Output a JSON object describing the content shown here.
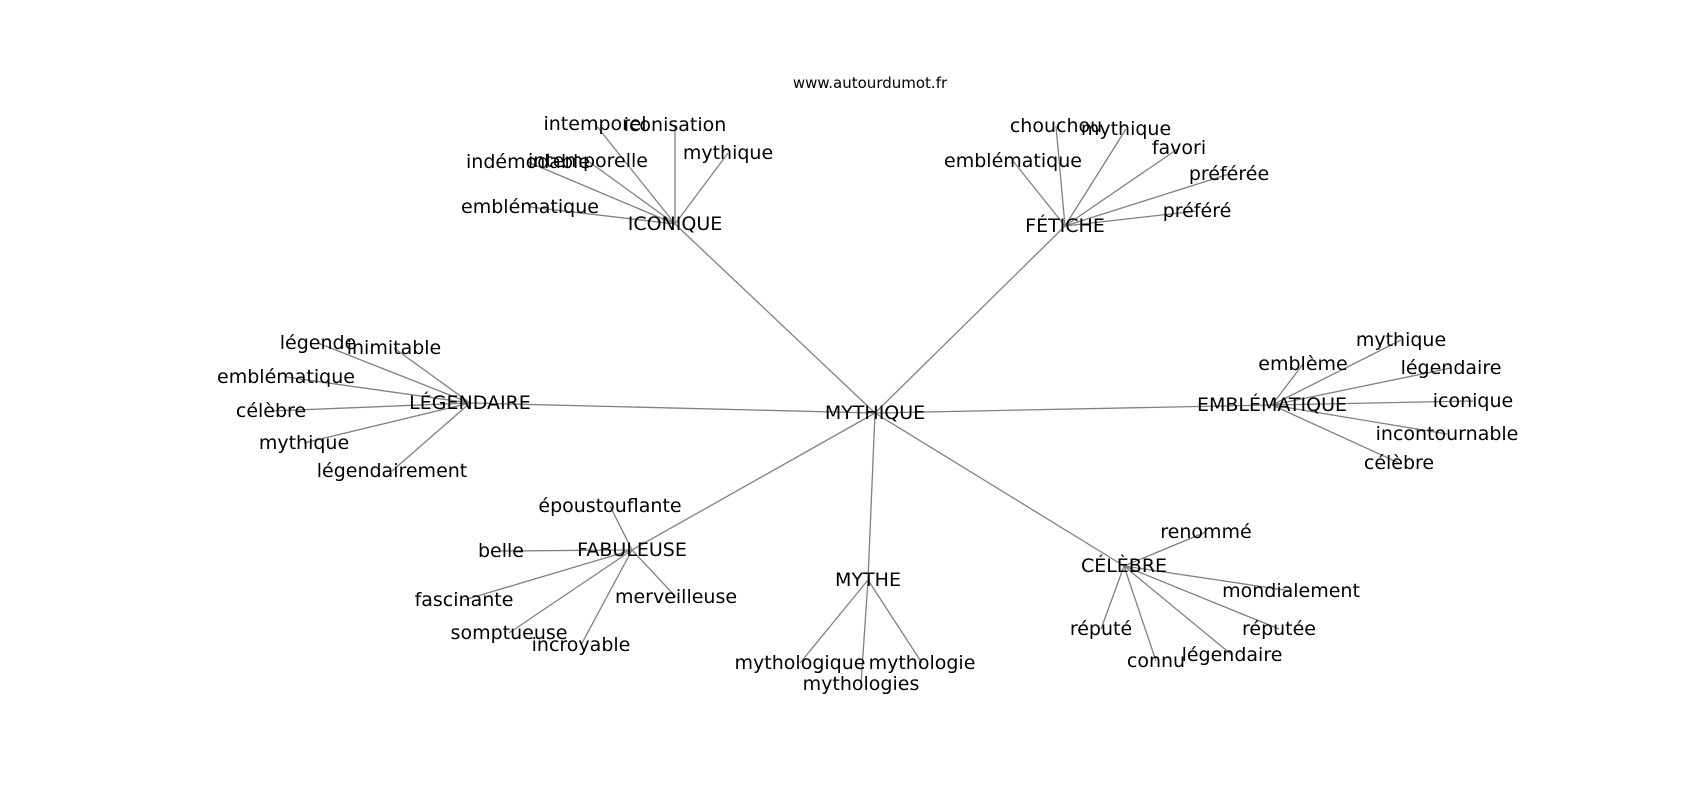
{
  "source": "www.autourdumot.fr",
  "graph": {
    "center": "MYTHIQUE",
    "hubs": [
      {
        "label": "ICONIQUE",
        "leaves": [
          "intemporel",
          "iconisation",
          "indémodable",
          "intemporelle",
          "mythique",
          "emblématique"
        ]
      },
      {
        "label": "FÉTICHE",
        "leaves": [
          "chouchou",
          "mythique",
          "favori",
          "emblématique",
          "préférée",
          "préféré"
        ]
      },
      {
        "label": "LÉGENDAIRE",
        "leaves": [
          "légende",
          "inimitable",
          "emblématique",
          "célèbre",
          "mythique",
          "légendairement"
        ]
      },
      {
        "label": "EMBLÉMATIQUE",
        "leaves": [
          "mythique",
          "emblème",
          "légendaire",
          "iconique",
          "incontournable",
          "célèbre"
        ]
      },
      {
        "label": "FABULEUSE",
        "leaves": [
          "époustouflante",
          "belle",
          "fascinante",
          "merveilleuse",
          "somptueuse",
          "incroyable"
        ]
      },
      {
        "label": "MYTHE",
        "leaves": [
          "mythologique",
          "mythologie",
          "mythologies"
        ]
      },
      {
        "label": "CÉLÈBRE",
        "leaves": [
          "renommé",
          "mondialement",
          "réputé",
          "réputée",
          "connu",
          "légendaire"
        ]
      }
    ]
  }
}
